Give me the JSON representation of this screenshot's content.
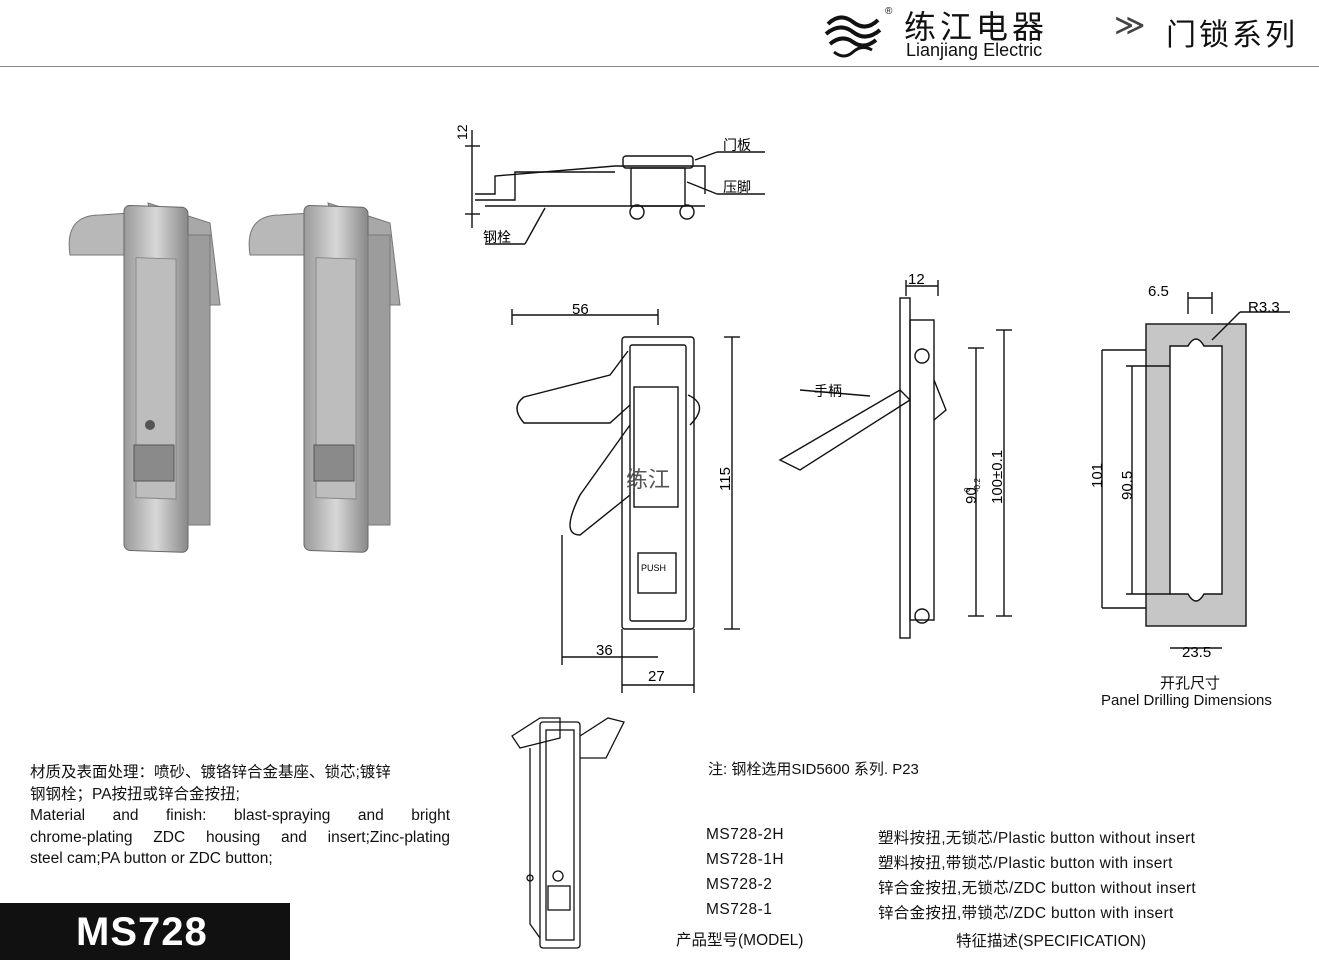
{
  "header": {
    "brand_cn": "练江电器",
    "brand_en": "Lianjiang Electric",
    "registered": "®",
    "series_arrow": "≫",
    "series": "门锁系列"
  },
  "drawing": {
    "top_view": {
      "dim_12": "12",
      "label_door": "门板",
      "label_foot": "压脚",
      "label_bolt": "钢栓"
    },
    "front_view": {
      "dim_56": "56",
      "dim_115": "115",
      "dim_36": "36",
      "dim_27": "27",
      "watermark": "练江",
      "button_text": "PUSH"
    },
    "side_view": {
      "dim_12": "12",
      "label_handle": "手柄",
      "dim_90": "90",
      "dim_90_tol_up": "0",
      "dim_90_tol_dn": "-0.2",
      "dim_100": "100±0.1"
    },
    "panel": {
      "dim_6_5": "6.5",
      "dim_r": "R3.3",
      "dim_101": "101",
      "dim_90_5": "90.5",
      "dim_23_5": "23.5",
      "caption_cn": "开孔尺寸",
      "caption_en": "Panel Drilling Dimensions"
    }
  },
  "material": {
    "cn_line1": "材质及表面处理：喷砂、镀铬锌合金基座、锁芯;镀锌",
    "cn_line2": "钢钢栓；PA按扭或锌合金按扭;",
    "en_line1": "Material and finish: blast-spraying and bright",
    "en_line2": "chrome-plating ZDC housing and insert;Zinc-plating",
    "en_line3": "steel cam;PA button or ZDC button;"
  },
  "model_name": "MS728",
  "note": "注: 钢栓选用SID5600 系列. P23",
  "models": [
    {
      "model": "MS728-2H",
      "spec": "塑料按扭,无锁芯/Plastic button without insert"
    },
    {
      "model": "MS728-1H",
      "spec": "塑料按扭,带锁芯/Plastic button with insert"
    },
    {
      "model": "MS728-2",
      "spec": "锌合金按扭,无锁芯/ZDC button without insert"
    },
    {
      "model": "MS728-1",
      "spec": "锌合金按扭,带锁芯/ZDC button with insert"
    }
  ],
  "table_headers": {
    "model": "产品型号(MODEL)",
    "spec": "特征描述(SPECIFICATION)"
  }
}
